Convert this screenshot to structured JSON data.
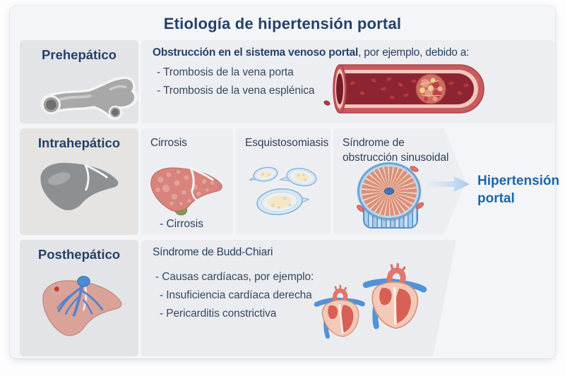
{
  "title": "Etiología de hipertensión portal",
  "rows": [
    {
      "label": "Prehepático",
      "heading_bold": "Obstrucción en el sistema venoso portal",
      "heading_rest": ", por ejemplo, debido a:",
      "bullets": [
        "- Trombosis de la vena porta",
        "- Trombosis de la vena esplénica"
      ],
      "icon": "portal-vein-icon",
      "illustration": "thrombosed-vessel-illustration"
    },
    {
      "label": "Intrahepático",
      "icon": "gray-liver-icon",
      "columns": [
        {
          "title": "Cirrosis",
          "caption": "- Cirrosis",
          "illustration": "cirrhotic-liver-illustration"
        },
        {
          "title": "Esquistosomiasis",
          "illustration": "schistosome-eggs-illustration"
        },
        {
          "title_line1": "Síndrome de",
          "title_line2": "obstrucción sinusoidal",
          "illustration": "sinusoid-cross-section-illustration"
        }
      ]
    },
    {
      "label": "Posthepático",
      "heading": "Síndrome de Budd-Chiari",
      "bullets": [
        "- Causas cardíacas, por ejemplo:",
        "- Insuficiencia cardíaca derecha",
        "- Pericarditis constrictiva"
      ],
      "icon": "liver-hepatic-veins-icon",
      "illustration": "hearts-illustration"
    }
  ],
  "outcome": {
    "line1": "Hipertensión",
    "line2": "portal"
  },
  "colors": {
    "title_navy": "#24416b",
    "body_text": "#38495e",
    "outcome_blue": "#1a66ad",
    "card_bg": "#f4f5f8",
    "label_panel_bg": "#e3e4e8",
    "content_panel_bg": "#edeef2"
  }
}
